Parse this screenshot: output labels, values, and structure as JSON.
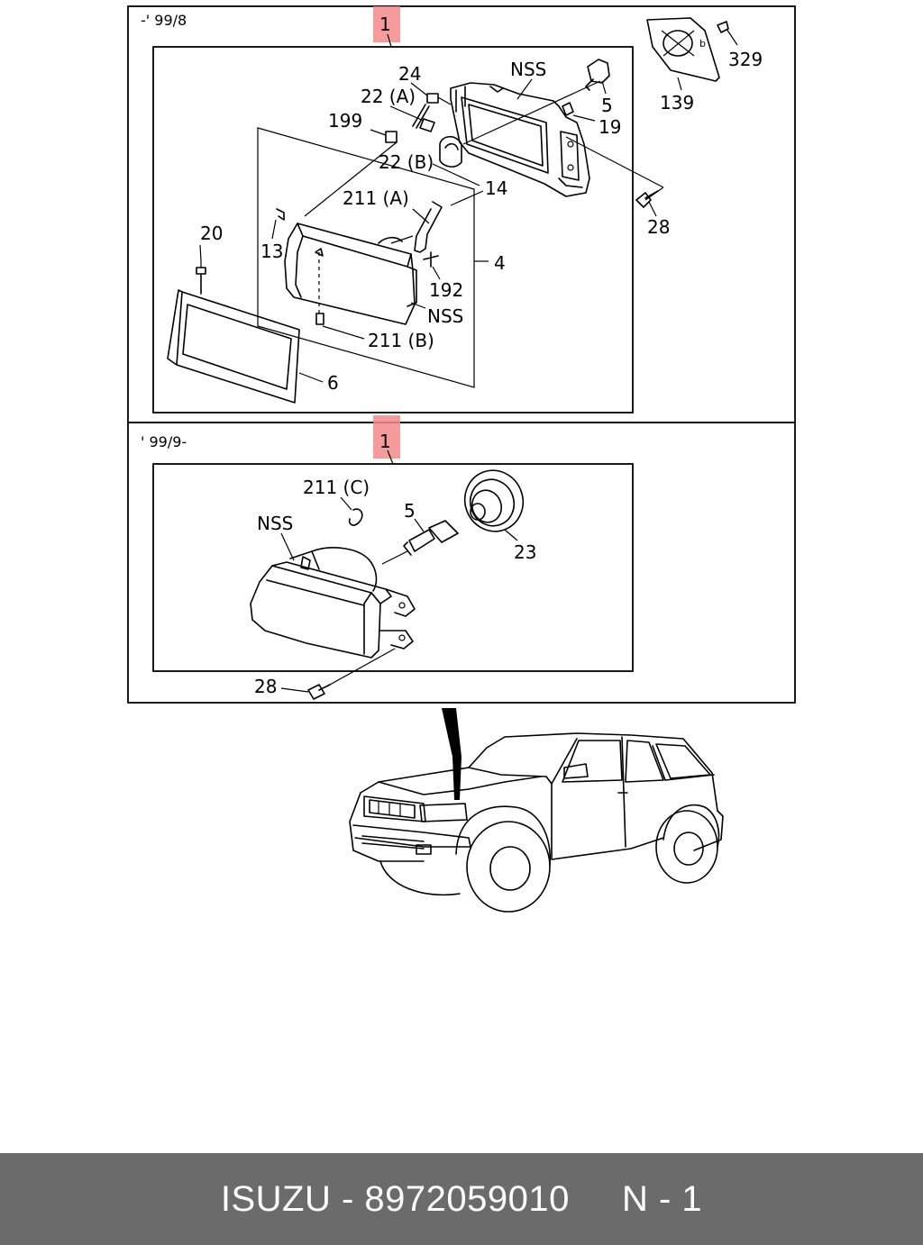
{
  "sections": {
    "top": {
      "range": "-' 99/8",
      "ref": "1"
    },
    "bottom": {
      "range": "' 99/9-",
      "ref": "1"
    }
  },
  "callouts": {
    "t24": "24",
    "t22a": "22 (A)",
    "t199": "199",
    "tnss1": "NSS",
    "t5": "5",
    "t19": "19",
    "t139": "139",
    "t329": "329",
    "t22b": "22 (B)",
    "t14": "14",
    "t211a": "211 (A)",
    "t28": "28",
    "t20": "20",
    "t13": "13",
    "t4": "4",
    "t192": "192",
    "tnss2": "NSS",
    "t211b": "211 (B)",
    "t6": "6",
    "b211c": "211 (C)",
    "bnss": "NSS",
    "b5": "5",
    "b23": "23",
    "b28": "28"
  },
  "footer": {
    "brand": "ISUZU",
    "part_number": "8972059010",
    "page": "N - 1",
    "sep": " - "
  }
}
